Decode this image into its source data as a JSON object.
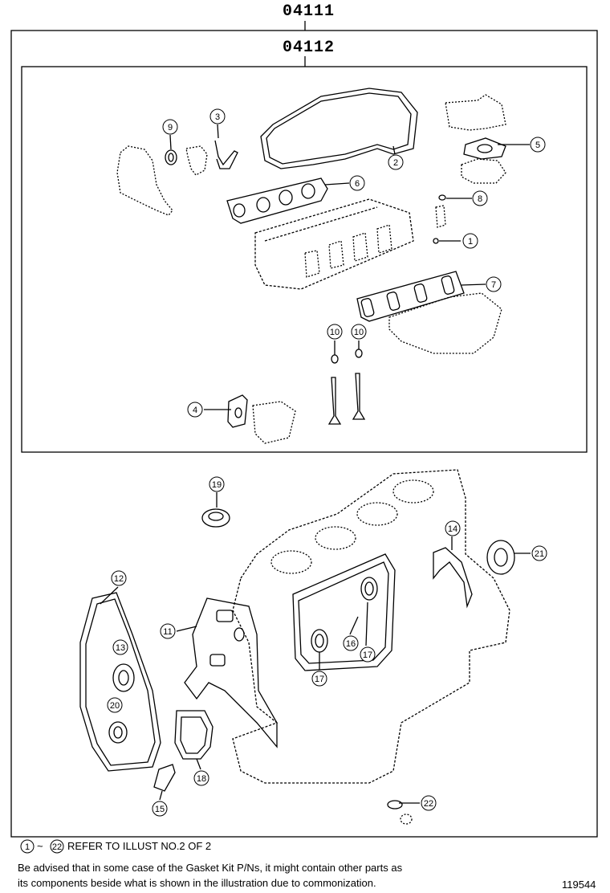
{
  "kit_outer": {
    "part_number": "04111"
  },
  "kit_inner": {
    "part_number": "04112"
  },
  "callouts": [
    {
      "id": "1"
    },
    {
      "id": "2"
    },
    {
      "id": "3"
    },
    {
      "id": "4"
    },
    {
      "id": "5"
    },
    {
      "id": "6"
    },
    {
      "id": "7"
    },
    {
      "id": "8"
    },
    {
      "id": "9"
    },
    {
      "id": "10a",
      "label": "10"
    },
    {
      "id": "10b",
      "label": "10"
    },
    {
      "id": "11"
    },
    {
      "id": "12"
    },
    {
      "id": "13"
    },
    {
      "id": "14"
    },
    {
      "id": "15"
    },
    {
      "id": "16"
    },
    {
      "id": "17a",
      "label": "17"
    },
    {
      "id": "17b",
      "label": "17"
    },
    {
      "id": "18"
    },
    {
      "id": "19"
    },
    {
      "id": "20"
    },
    {
      "id": "21"
    },
    {
      "id": "22"
    }
  ],
  "notes": {
    "range_start": "1",
    "range_tilde": "~",
    "range_end": "22",
    "refer_text": "REFER TO ILLUST NO.2 OF 2",
    "advisory_line1": "Be advised that in some case of the Gasket Kit P/Ns,  it might contain other parts as",
    "advisory_line2": "its components beside what is shown in the illustration due to commonization."
  },
  "illustration_number": "119544"
}
